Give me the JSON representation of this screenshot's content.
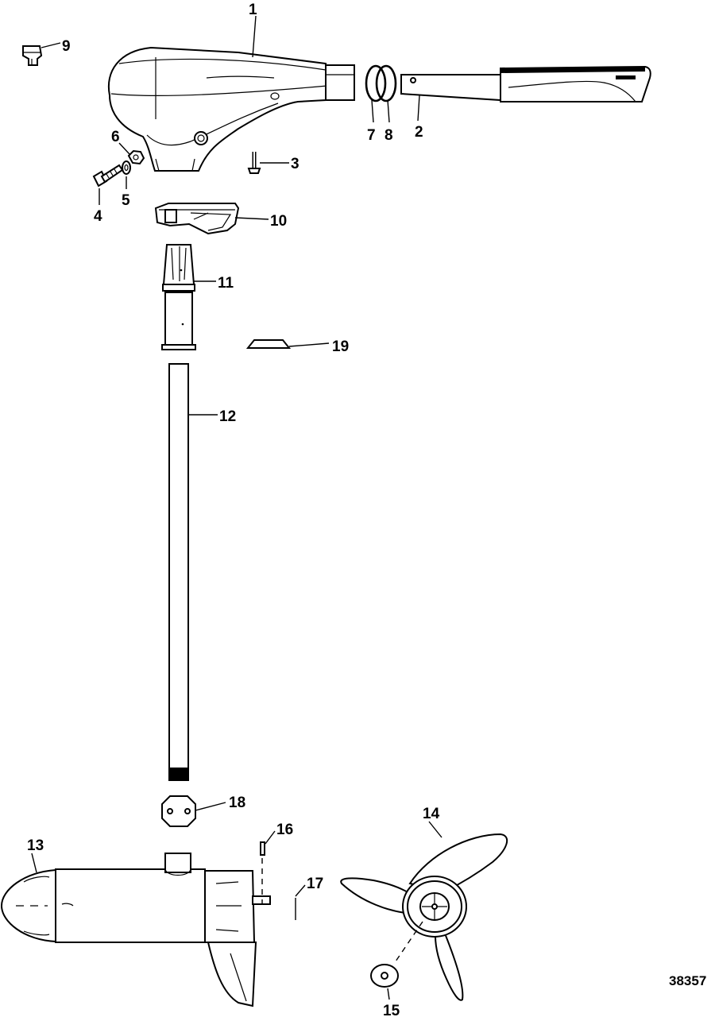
{
  "diagram": {
    "figure_number": "38357",
    "callouts": [
      "1",
      "2",
      "3",
      "4",
      "5",
      "6",
      "7",
      "8",
      "9",
      "10",
      "11",
      "12",
      "13",
      "14",
      "15",
      "16",
      "17",
      "18",
      "19"
    ]
  }
}
